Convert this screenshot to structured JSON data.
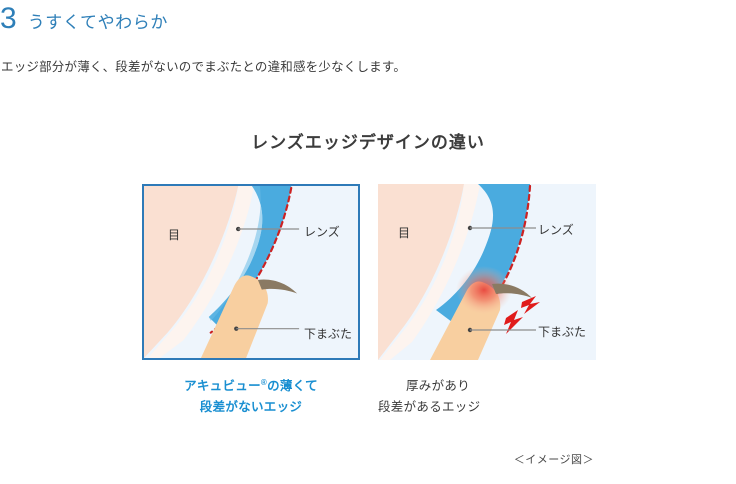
{
  "section": {
    "number": "3",
    "title": "うすくてやわらか",
    "lead": "エッジ部分が薄く、段差がないのでまぶたとの違和感を少なくします。",
    "accent_color": "#2e7fb8"
  },
  "figure": {
    "title": "レンズエッジデザインの違い",
    "note": "＜イメージ図＞",
    "panels": [
      {
        "id": "accuvue-edge",
        "bordered": true,
        "border_color": "#2e7ab8",
        "labels": {
          "eye": "目",
          "lens": "レンズ",
          "lower_lid": "下まぶた"
        },
        "irritation": false,
        "caption_lines": [
          "アキュビュー®の薄くて",
          "段差がないエッジ"
        ],
        "caption_color": "#1a8fd1"
      },
      {
        "id": "thick-edge",
        "bordered": false,
        "border_color": "",
        "labels": {
          "eye": "目",
          "lens": "レンズ",
          "lower_lid": "下まぶた"
        },
        "irritation": true,
        "caption_lines": [
          "厚みがあり",
          "段差があるエッジ"
        ],
        "caption_color": "#3a3a3a"
      }
    ]
  },
  "colors": {
    "lens_blue": "#4aabdf",
    "edge_red": "#cc2222",
    "eye_peach": "#fae0d2",
    "lid_orange": "#f8cfa0",
    "panel_bg": "#eef5fc",
    "lash_brown": "#8a7a63",
    "leader_gray": "#8d8d8d",
    "bolt_red": "#e01b1b"
  }
}
